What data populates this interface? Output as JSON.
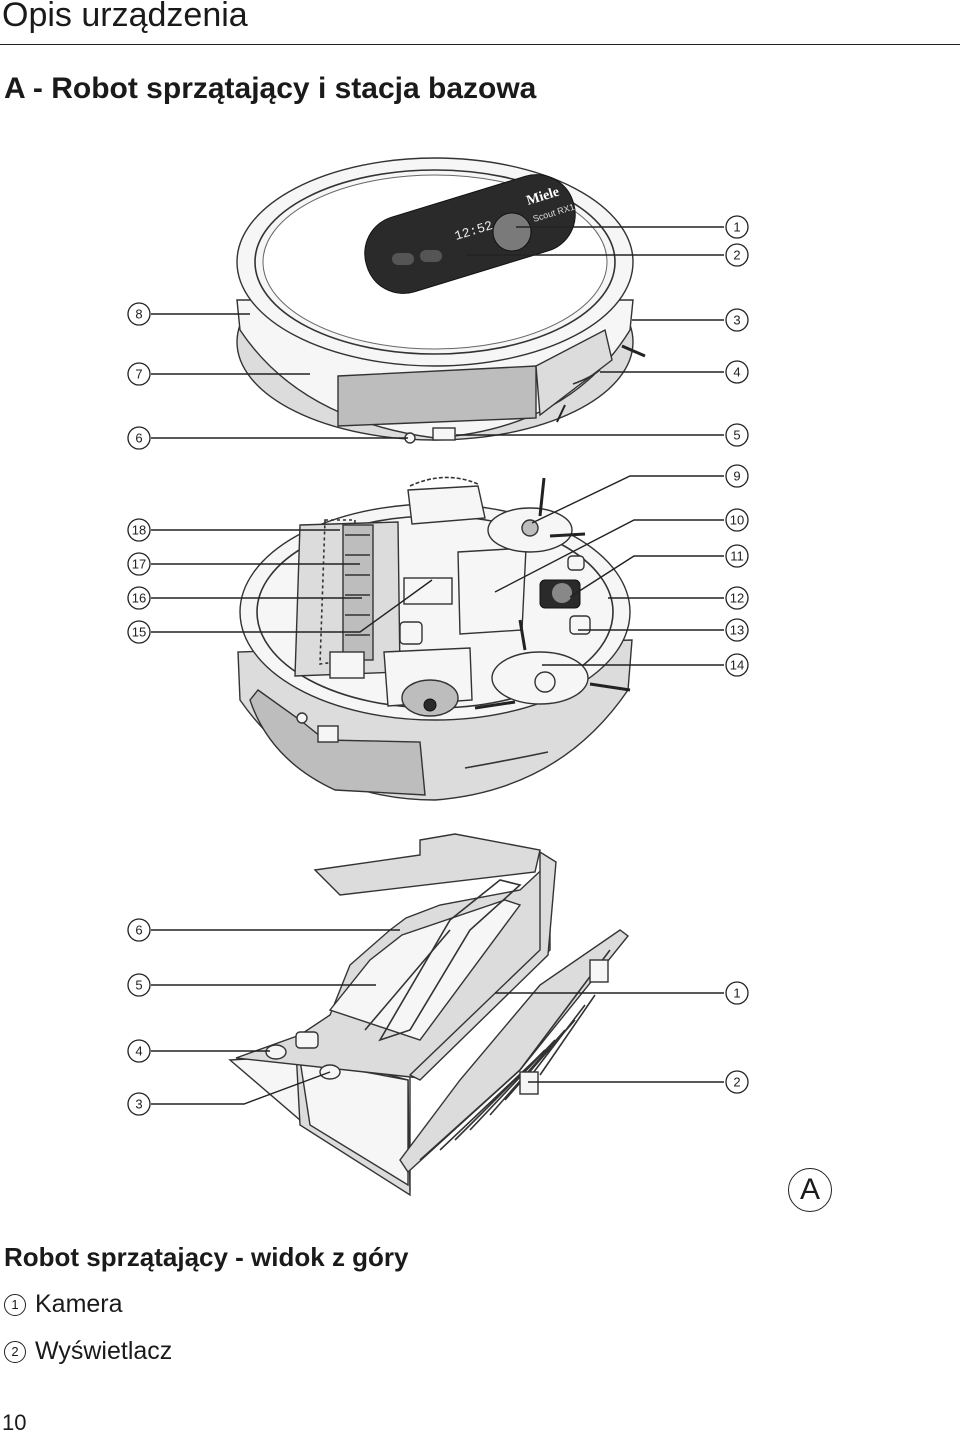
{
  "page": {
    "heading": "Opis urządzenia",
    "section_heading": "A - Robot sprzątający i stacja bazowa",
    "figure_letter": "A",
    "number": "10"
  },
  "callouts": {
    "robot_top": [
      "1",
      "2",
      "3",
      "4",
      "5",
      "6",
      "7",
      "8"
    ],
    "robot_bottom": [
      "9",
      "10",
      "11",
      "12",
      "13",
      "14",
      "15",
      "16",
      "17",
      "18"
    ],
    "base_station": [
      "1",
      "2",
      "3",
      "4",
      "5",
      "6"
    ]
  },
  "legend": {
    "heading": "Robot sprzątający - widok z góry",
    "items": [
      {
        "number": "1",
        "label": "Kamera"
      },
      {
        "number": "2",
        "label": "Wyświetlacz"
      }
    ]
  },
  "display": {
    "brand": "Miele",
    "model": "Scout RX1",
    "time": "12:52"
  }
}
